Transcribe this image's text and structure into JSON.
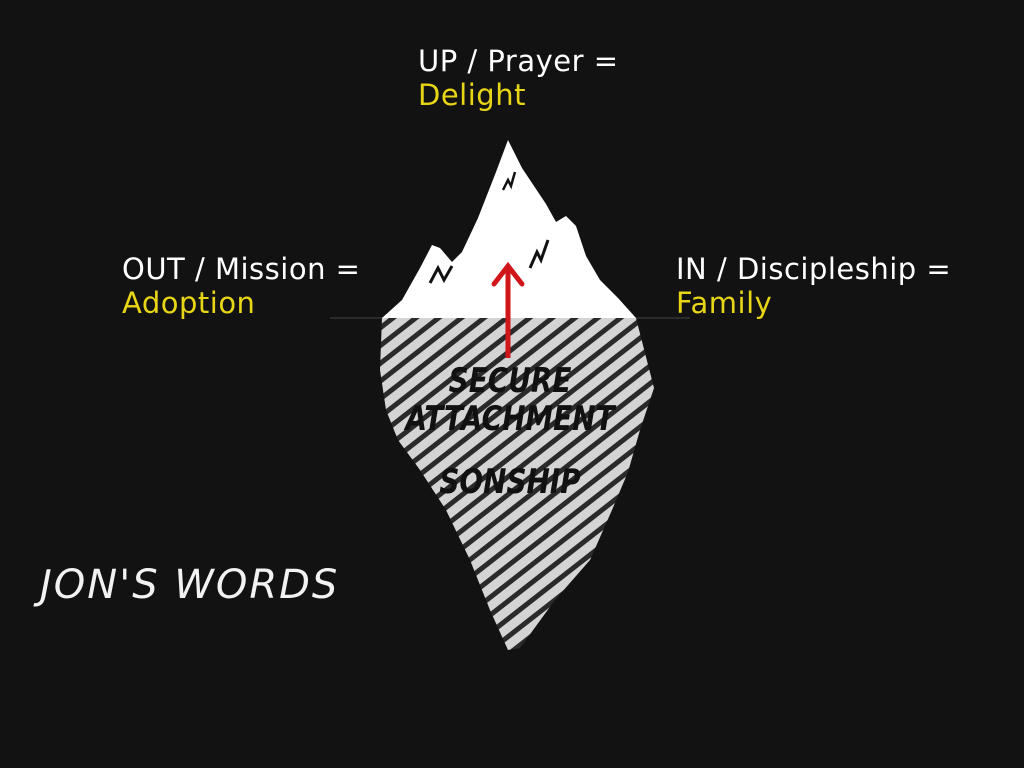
{
  "colors": {
    "background": "#121212",
    "label_text": "#ffffff",
    "accent": "#e8d516",
    "arrow": "#d0161b",
    "ice_top": "#ffffff",
    "ice_under": "#d4d4d4",
    "ice_stripe": "#2a2a2a",
    "caption": "#f2f2f2"
  },
  "labels": {
    "up": {
      "line1": "UP / Prayer =",
      "line2": "Delight"
    },
    "out": {
      "line1": "OUT / Mission =",
      "line2": "Adoption"
    },
    "in": {
      "line1": "IN / Discipleship =",
      "line2": "Family"
    }
  },
  "iceberg": {
    "underwater_line1": "SECURE",
    "underwater_line2": "ATTACHMENT",
    "underwater_line3": "SONSHIP",
    "arrow_direction": "up",
    "icon": "iceberg-icon"
  },
  "caption": "JON'S WORDS"
}
